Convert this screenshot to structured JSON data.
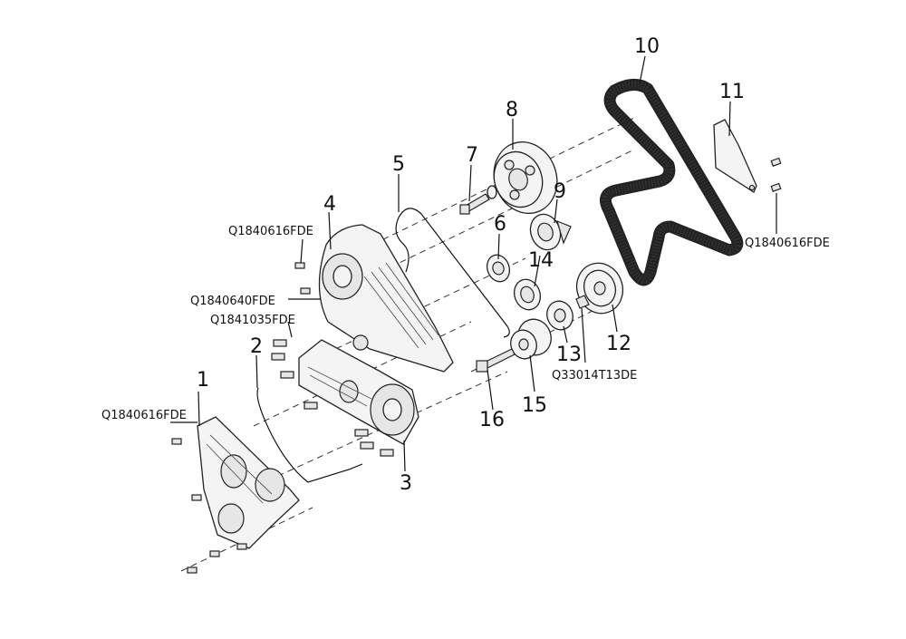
{
  "callouts": {
    "p1": "1",
    "p2": "2",
    "p3": "3",
    "p4": "4",
    "p5": "5",
    "p6": "6",
    "p7": "7",
    "p8": "8",
    "p9": "9",
    "p10": "10",
    "p11": "11",
    "p12": "12",
    "p13": "13",
    "p14": "14",
    "p15": "15",
    "p16": "16"
  },
  "codes": {
    "bolt_cover_upper": "Q1840616FDE",
    "bolt_cover_lower": "Q1840616FDE",
    "bolt_bracket": "Q1840616FDE",
    "bolt_640": "Q1840640FDE",
    "bolt_1035": "Q1841035FDE",
    "nut_idler": "Q33014T13DE"
  }
}
